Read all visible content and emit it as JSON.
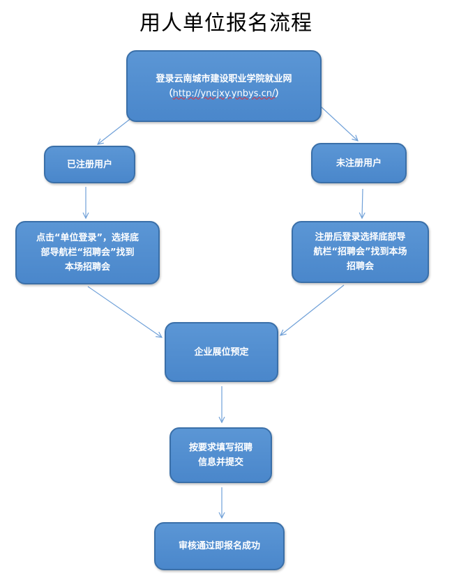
{
  "title": "用人单位报名流程",
  "nodes": {
    "login": {
      "line1": "登录云南城市建设职业学院就业网",
      "line2_prefix": "（",
      "url": "http://yncjxy.ynbys.cn/",
      "line2_suffix": "）"
    },
    "registered": "已注册用户",
    "unregistered": "未注册用户",
    "left_step": {
      "line1": "点击“单位登录”，选择底",
      "line2": "部导航栏“招聘会”找到",
      "line3": "本场招聘会"
    },
    "right_step": {
      "line1": "注册后登录选择底部导",
      "line2": "航栏“招聘会”找到本场",
      "line3": "招聘会"
    },
    "booking": "企业展位预定",
    "fill": {
      "line1": "按要求填写招聘",
      "line2": "信息并提交"
    },
    "success": "审核通过即报名成功"
  },
  "colors": {
    "box_fill": "#4a87cb",
    "box_border": "#3a6fa8",
    "arrow": "#6fa0d8",
    "box_text": "#ffffff"
  }
}
